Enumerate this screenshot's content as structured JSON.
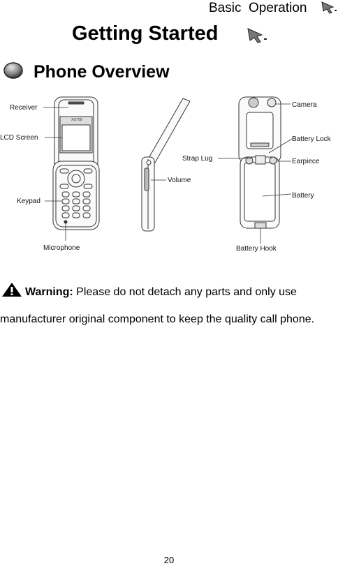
{
  "header": {
    "section": "Basic  Operation",
    "icon": "arrow-cursor-icon"
  },
  "title": {
    "text": "Getting Started",
    "icon": "arrow-cursor-icon"
  },
  "section": {
    "heading": "Phone Overview",
    "bullet_icon": "round-bullet-icon"
  },
  "figure": {
    "labels": {
      "receiver": "Receiver",
      "lcd_screen": "LCD Screen",
      "keypad": "Keypad",
      "microphone": "Microphone",
      "volume": "Volume",
      "strap_lug": "Strap Lug",
      "camera": "Camera",
      "battery_lock": "Battery Lock",
      "earpiece": "Earpiece",
      "battery": "Battery",
      "battery_hook": "Battery Hook"
    },
    "phone_brand": "XG799"
  },
  "warning": {
    "icon": "warning-triangle-icon",
    "label": "Warning:",
    "text_line1": " Please do not detach any parts and only use",
    "text_line2": "manufacturer original component to keep the quality call phone."
  },
  "page_number": "20"
}
